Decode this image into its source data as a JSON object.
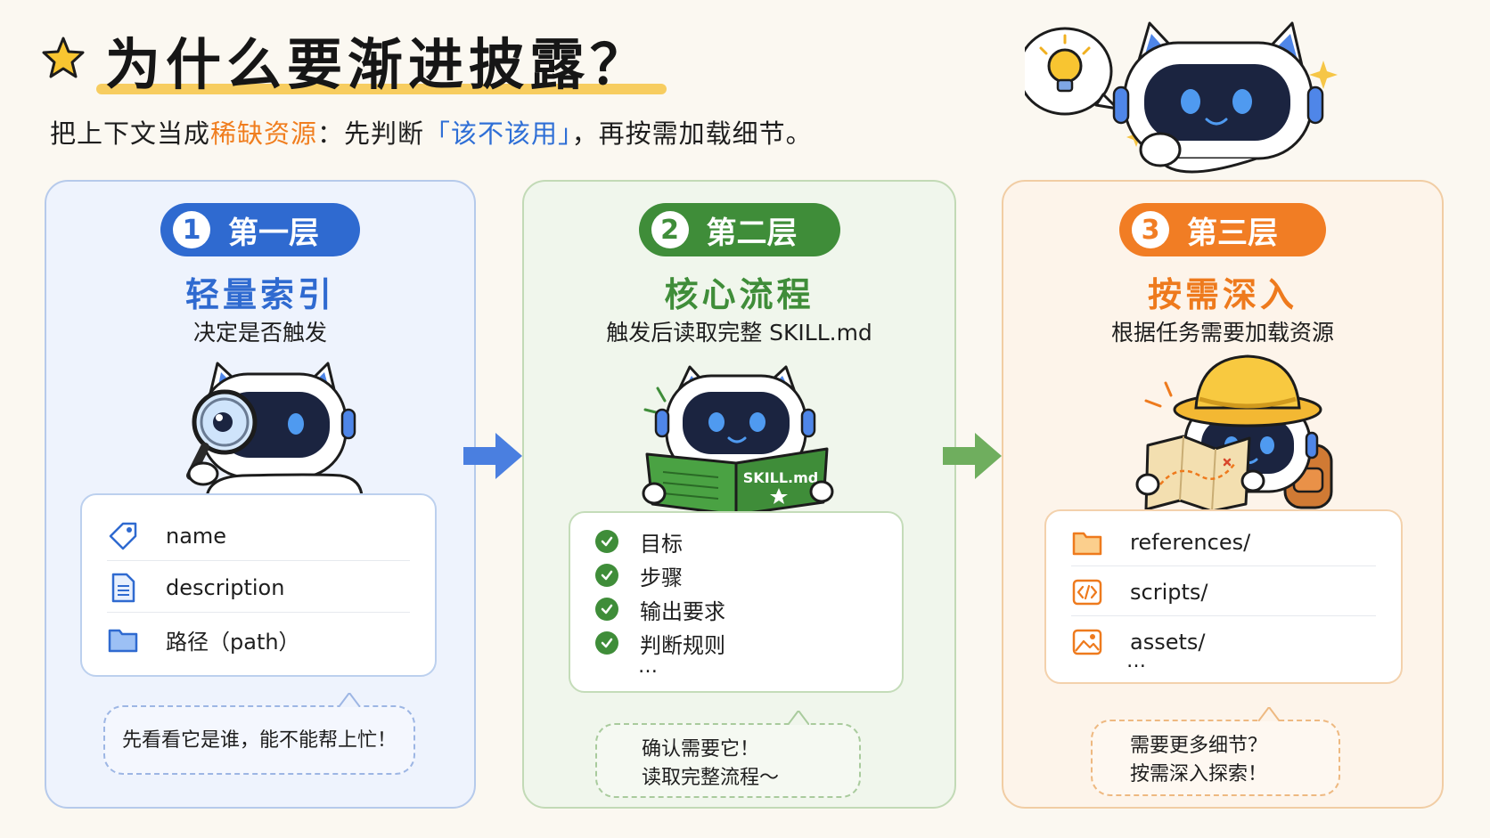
{
  "header": {
    "title": "为什么要渐进披露？",
    "subtitle_prefix": "把上下文当成",
    "subtitle_highlight_1": "稀缺资源",
    "subtitle_middle": "：先判断",
    "subtitle_highlight_2": "「该不该用」",
    "subtitle_suffix": "，再按需加载细节。"
  },
  "colors": {
    "blue": "#2f6ad0",
    "green": "#3f8d39",
    "orange": "#f17d24",
    "title_underline": "#f6c646"
  },
  "layers": [
    {
      "number": "1",
      "label": "第一层",
      "title": "轻量索引",
      "description": "决定是否触发",
      "mascot": "robot-with-magnifier",
      "items": [
        {
          "icon": "tag-icon",
          "text": "name"
        },
        {
          "icon": "document-icon",
          "text": "description"
        },
        {
          "icon": "folder-icon",
          "text": "路径（path）"
        }
      ],
      "bubble_lines": [
        "先看看它是谁，能不能帮上忙！"
      ]
    },
    {
      "number": "2",
      "label": "第二层",
      "title": "核心流程",
      "description": "触发后读取完整 SKILL.md",
      "mascot": "robot-reading-book",
      "book_label": "SKILL.md",
      "items": [
        {
          "icon": "check-icon",
          "text": "目标"
        },
        {
          "icon": "check-icon",
          "text": "步骤"
        },
        {
          "icon": "check-icon",
          "text": "输出要求"
        },
        {
          "icon": "check-icon",
          "text": "判断规则"
        }
      ],
      "more": "…",
      "bubble_lines": [
        "确认需要它！",
        "读取完整流程～"
      ]
    },
    {
      "number": "3",
      "label": "第三层",
      "title": "按需深入",
      "description": "根据任务需要加载资源",
      "mascot": "explorer-robot-with-map",
      "items": [
        {
          "icon": "folder-icon",
          "text": "references/"
        },
        {
          "icon": "code-icon",
          "text": "scripts/"
        },
        {
          "icon": "image-icon",
          "text": "assets/"
        }
      ],
      "more": "…",
      "bubble_lines": [
        "需要更多细节？",
        "按需深入探索！"
      ]
    }
  ]
}
